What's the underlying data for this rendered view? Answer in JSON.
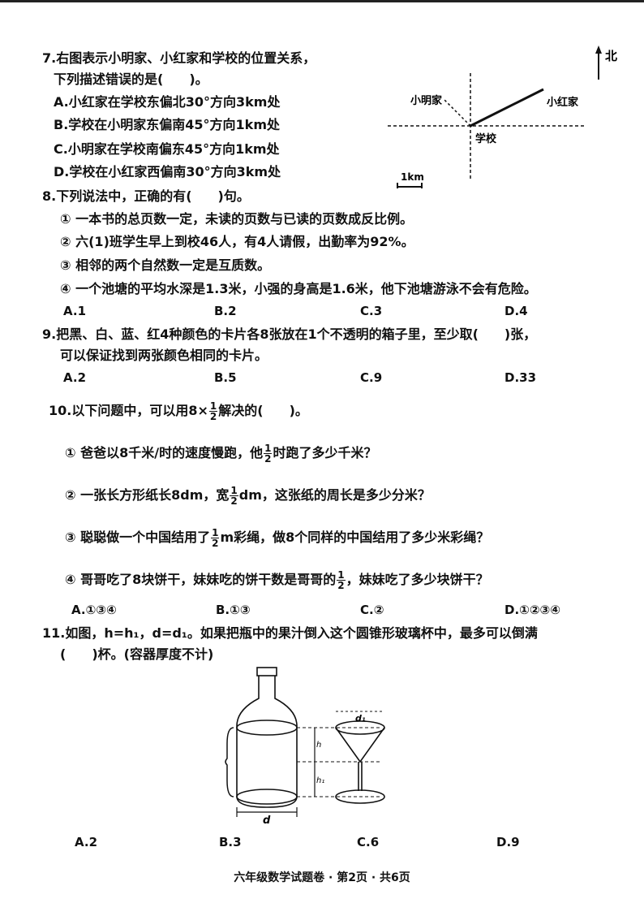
{
  "q7": {
    "stem1": "7.右图表示小明家、小红家和学校的位置关系，",
    "stem2": "下列描述错误的是(　　)。",
    "options": [
      "A.小红家在学校东偏北30°方向3km处",
      "B.学校在小明家东偏南45°方向1km处",
      "C.小明家在学校南偏东45°方向1km处",
      "D.学校在小红家西偏南30°方向3km处"
    ],
    "map": {
      "north": "北",
      "xiaoming": "小明家",
      "xiaohong": "小红家",
      "school": "学校",
      "scale": "1km"
    }
  },
  "q8": {
    "stem": "8.下列说法中，正确的有(　　)句。",
    "items": [
      "① 一本书的总页数一定，未读的页数与已读的页数成反比例。",
      "② 六(1)班学生早上到校46人，有4人请假，出勤率为92%。",
      "③ 相邻的两个自然数一定是互质数。",
      "④ 一个池塘的平均水深是1.3米，小强的身高是1.6米，他下池塘游泳不会有危险。"
    ],
    "options": [
      "A.1",
      "B.2",
      "C.3",
      "D.4"
    ]
  },
  "q9": {
    "stem1": "9.把黑、白、蓝、红4种颜色的卡片各8张放在1个不透明的箱子里，至少取(　　)张，",
    "stem2": "可以保证找到两张颜色相同的卡片。",
    "options": [
      "A.2",
      "B.5",
      "C.9",
      "D.33"
    ]
  },
  "q10": {
    "stem_pre": "10.以下问题中，可以用8×",
    "stem_post": "解决的(　　)。",
    "half_num": "1",
    "half_den": "2",
    "i1_pre": "① 爸爸以8千米/时的速度慢跑，他",
    "i1_post": "时跑了多少千米？",
    "i2_pre": "② 一张长方形纸长8dm，宽",
    "i2_post": "dm，这张纸的周长是多少分米？",
    "i3_pre": "③ 聪聪做一个中国结用了",
    "i3_post": "m彩绳，做8个同样的中国结用了多少米彩绳？",
    "i4_pre": "④ 哥哥吃了8块饼干，妹妹吃的饼干数是哥哥的",
    "i4_post": "，妹妹吃了多少块饼干？",
    "options": [
      "A.①③④",
      "B.①③",
      "C.②",
      "D.①②③④"
    ]
  },
  "q11": {
    "stem1": "11.如图，h=h₁，d=d₁。如果把瓶中的果汁倒入这个圆锥形玻璃杯中，最多可以倒满",
    "stem2": "(　　)杯。(容器厚度不计)",
    "labels": {
      "d": "d",
      "d1": "d₁",
      "h": "h",
      "h1": "h₁"
    },
    "options": [
      "A.2",
      "B.3",
      "C.6",
      "D.9"
    ]
  },
  "footer": "六年级数学试题卷 · 第2页 · 共6页"
}
